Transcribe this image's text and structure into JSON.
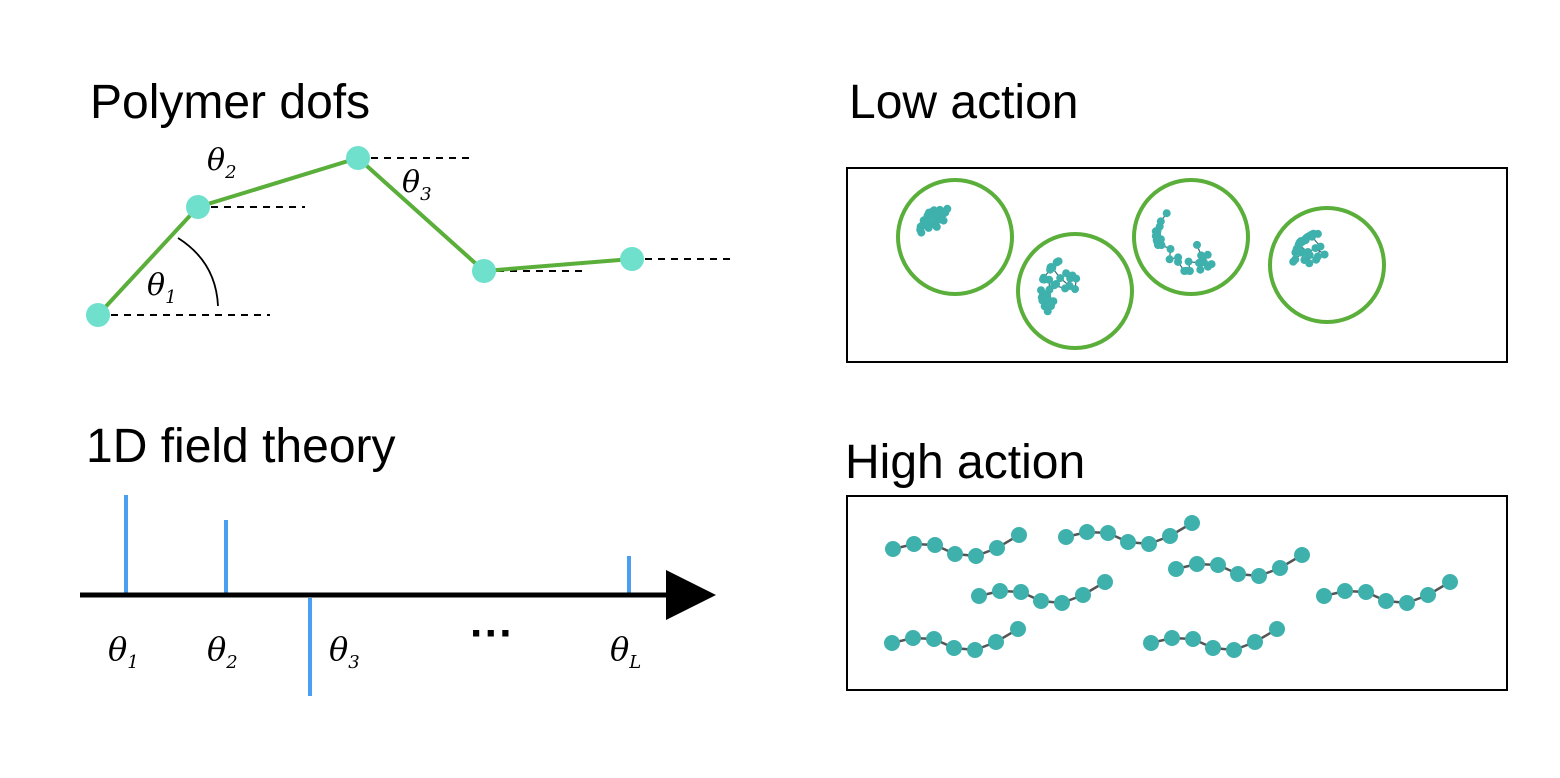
{
  "polymer": {
    "title": "Polymer dofs",
    "angle_labels": [
      {
        "symbol": "θ",
        "sub": "1"
      },
      {
        "symbol": "θ",
        "sub": "2"
      },
      {
        "symbol": "θ",
        "sub": "3"
      }
    ]
  },
  "field": {
    "title": "1D field theory",
    "site_labels": [
      {
        "symbol": "θ",
        "sub": "1"
      },
      {
        "symbol": "θ",
        "sub": "2"
      },
      {
        "symbol": "θ",
        "sub": "3"
      },
      {
        "symbol": "θ",
        "sub": "L"
      }
    ],
    "ellipsis": "···"
  },
  "low_action": {
    "title": "Low action"
  },
  "high_action": {
    "title": "High action"
  },
  "colors": {
    "bead": "#6fe0cc",
    "bond": "#5aae3a",
    "field_bar": "#4a9ff0",
    "chain_bead": "#3fb1ad",
    "globule_ring": "#5aae3a"
  }
}
